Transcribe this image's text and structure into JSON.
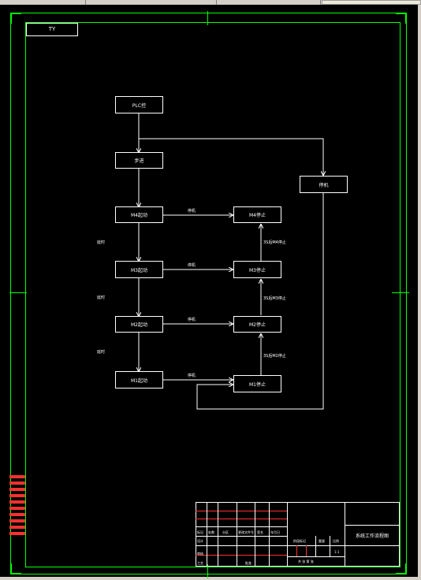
{
  "tag": "TY",
  "boxes": {
    "plc": "PLC控",
    "step": "步进",
    "m4_start": "M4起动",
    "m3_start": "M3起动",
    "m2_start": "M2起动",
    "m1_start": "M1起动",
    "m4_stop": "M4停止",
    "m3_stop": "M3停止",
    "m2_stop": "M2停止",
    "m1_stop": "M1停止",
    "emergency": "停机"
  },
  "labels": {
    "arrow_m4": "停机",
    "arrow_m3": "停机",
    "arrow_m2": "停机",
    "arrow_m1": "停机",
    "delay_1": "延时",
    "delay_2": "延时",
    "delay_3": "延时",
    "up_m4": "3S后M4停止",
    "up_m3": "3S后M3停止",
    "up_m2": "3S后M2停止"
  },
  "title_block": {
    "drawing_name": "系统工作流程图",
    "row_labels": [
      "标记",
      "处数",
      "分区",
      "更改文件号",
      "签名",
      "年月日"
    ],
    "left_labels": [
      "设计",
      "审核",
      "工艺"
    ],
    "approve": "批准",
    "mid_labels": [
      "阶段标记",
      "重量",
      "比例"
    ],
    "scale": "1:1",
    "sheet": "共 张 第 张"
  },
  "side_stack": [
    "",
    "",
    "",
    "",
    "",
    "",
    "",
    "",
    "",
    ""
  ]
}
